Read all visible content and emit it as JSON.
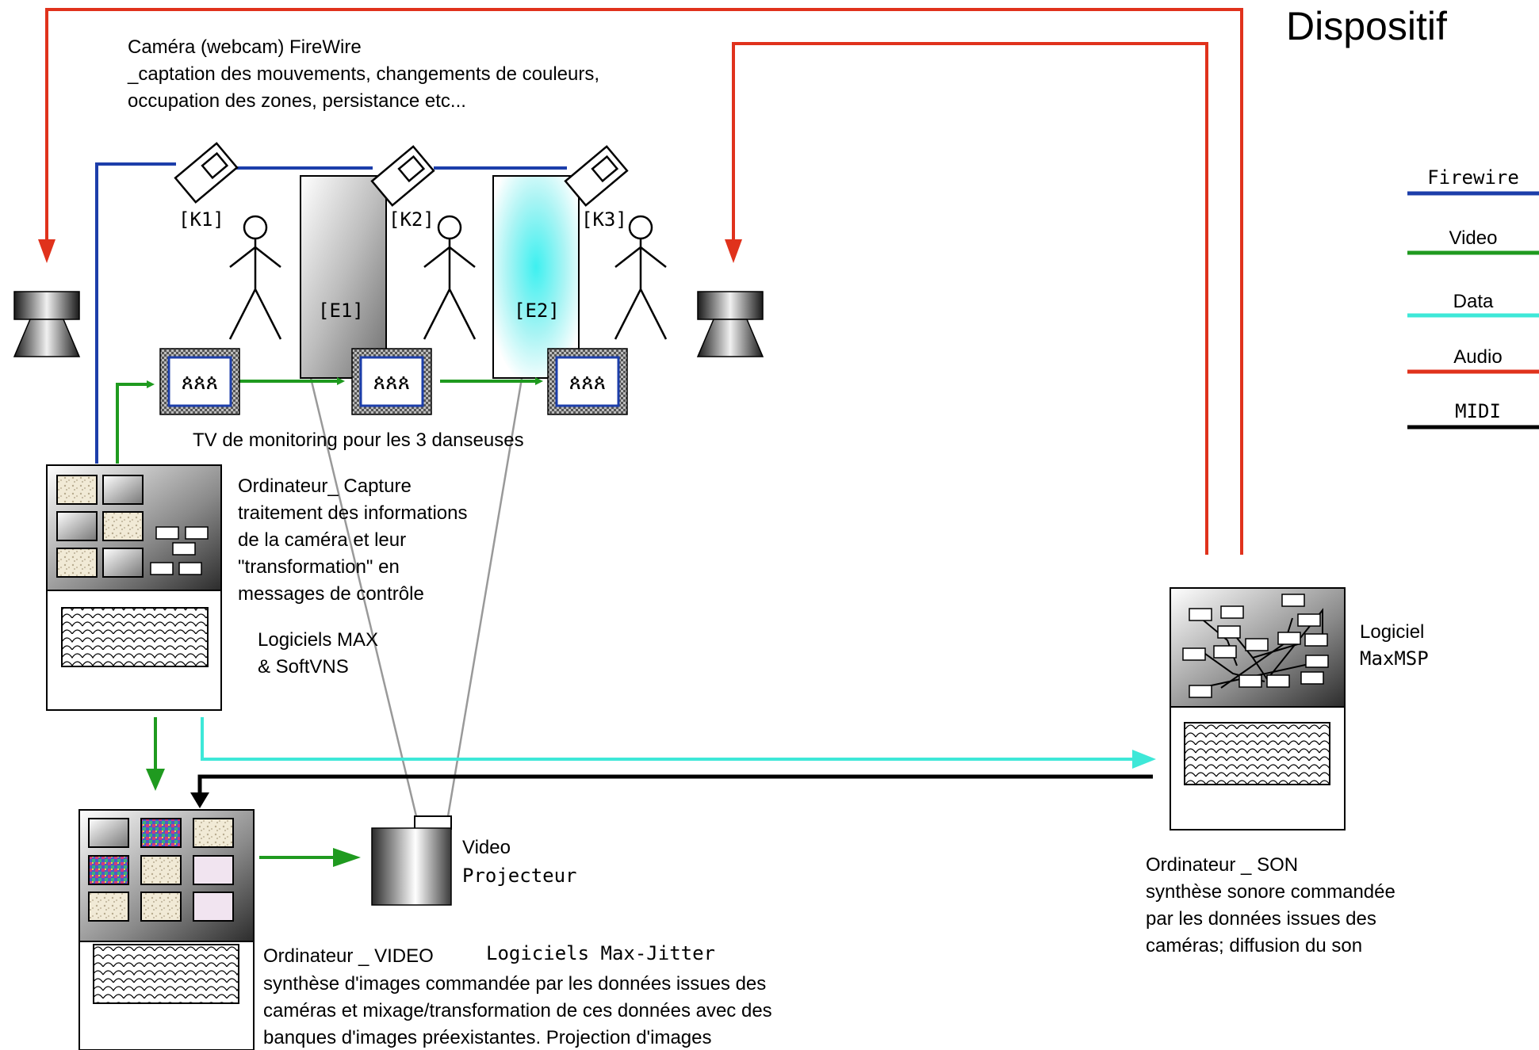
{
  "title": "Dispositif",
  "camera_caption": [
    "Caméra   (webcam) FireWire",
    "_captation des mouvements, changements de couleurs,",
    "occupation des zones, persistance etc..."
  ],
  "cameras": [
    "[K1]",
    "[K2]",
    "[K3]"
  ],
  "screens": [
    "[E1]",
    "[E2]"
  ],
  "tv_caption": "TV de monitoring pour les 3 danseuses",
  "capture_computer": {
    "lines": [
      "Ordinateur_ Capture",
      "traitement des informations",
      "de la caméra et leur",
      "\"transformation\" en",
      "messages de contrôle"
    ],
    "software": [
      "Logiciels MAX",
      "& SoftVNS"
    ]
  },
  "projector": [
    "Video",
    "Projecteur"
  ],
  "video_computer": {
    "heading": "Ordinateur _ VIDEO",
    "software": "Logiciels  Max-Jitter",
    "lines": [
      "synthèse d'images commandée par les données issues des",
      "caméras et mixage/transformation de ces données avec des",
      "banques d'images préexistantes. Projection d'images"
    ]
  },
  "sound_computer": {
    "software": [
      "Logiciel",
      "MaxMSP"
    ],
    "lines": [
      "Ordinateur _ SON",
      "synthèse sonore commandée",
      "par les données issues des",
      "caméras; diffusion du son"
    ]
  },
  "legend": [
    {
      "label": "Firewire",
      "color": "#1c3eaa"
    },
    {
      "label": "Video",
      "color": "#1f9a1f"
    },
    {
      "label": "Data",
      "color": "#3ee8d8"
    },
    {
      "label": "Audio",
      "color": "#e0321c"
    },
    {
      "label": "MIDI",
      "color": "#000000"
    }
  ],
  "colors": {
    "firewire": "#1c3eaa",
    "video": "#1f9a1f",
    "data": "#3ee8d8",
    "audio": "#e0321c",
    "midi": "#000000"
  }
}
